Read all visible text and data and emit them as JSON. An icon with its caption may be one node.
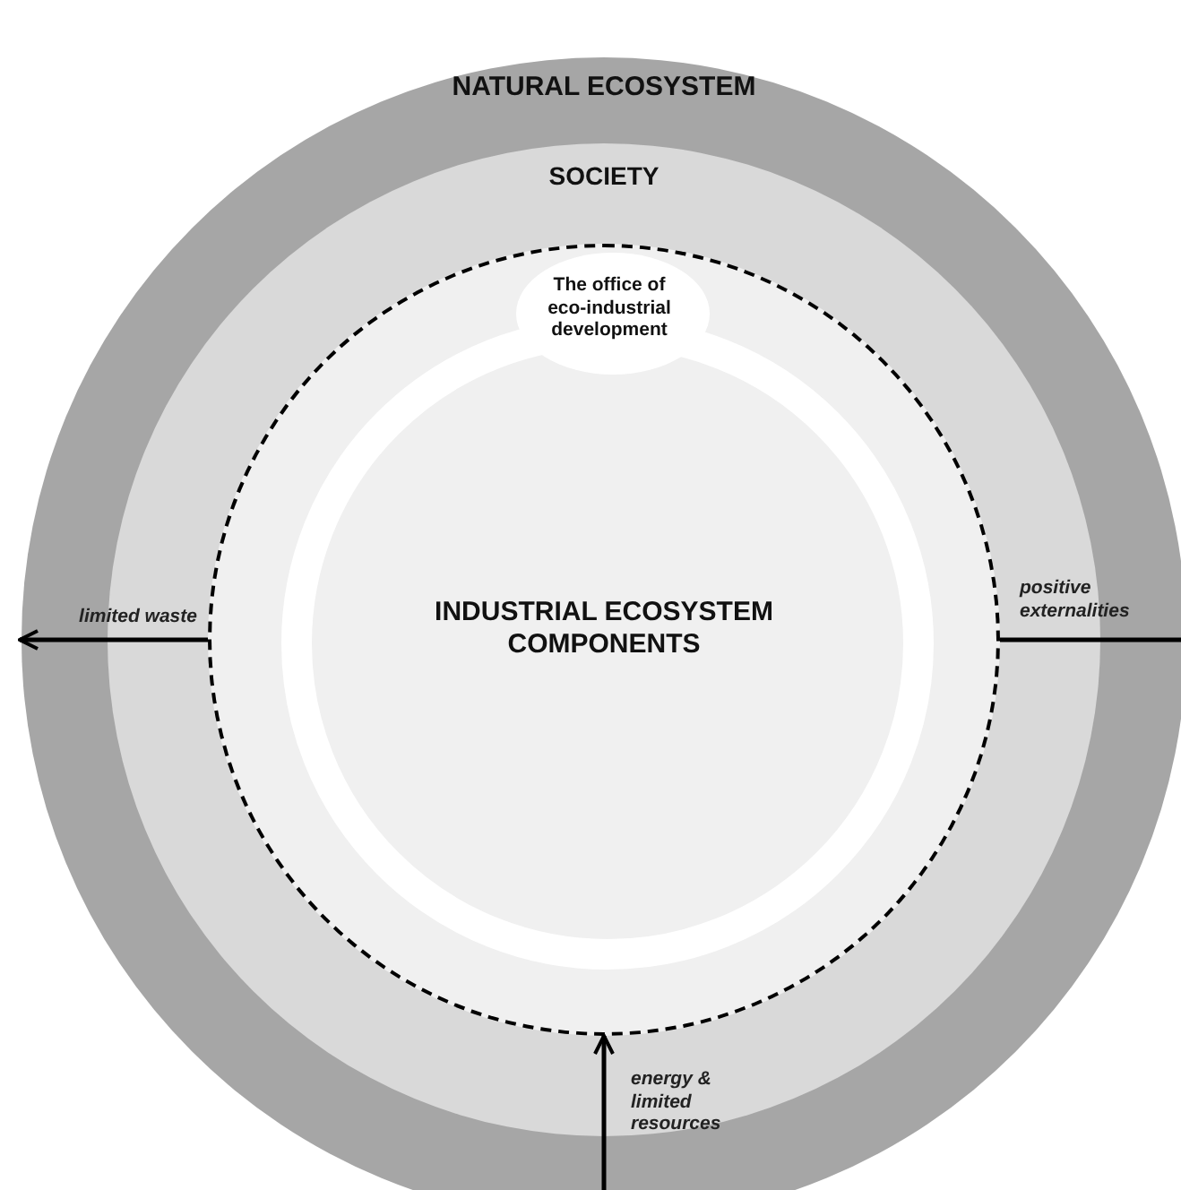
{
  "diagram": {
    "nodes": [
      {
        "text": [
          "NATURAL ECOSYSTEM"
        ]
      },
      {
        "text": [
          "SOCIETY"
        ],
        "in": 0
      },
      {
        "text": [],
        "shape": "circle",
        "in": 1
      },
      {
        "text": [
          "The office of eco-industrial development"
        ],
        "in": 2
      },
      {
        "text": [
          "INDUSTRIAL ECOSYSTEM COMPONENTS"
        ],
        "in": 2
      }
    ],
    "edges": [
      {
        "from": 2,
        "to": null,
        "arrow": "to",
        "label": "limited waste"
      },
      {
        "from": 2,
        "to": null,
        "arrow": "to",
        "label": "positive externalities"
      },
      {
        "from": null,
        "to": 2,
        "arrow": "to",
        "label": "energy & limited resources"
      }
    ]
  }
}
